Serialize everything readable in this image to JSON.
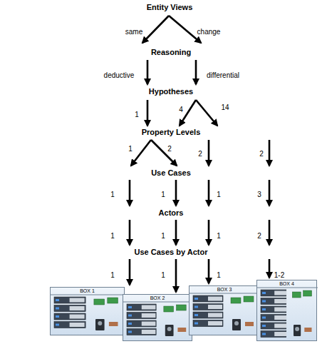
{
  "diagram": {
    "nodes": [
      {
        "text": [
          "BOX 1"
        ]
      },
      {
        "text": [
          "BOX 2"
        ]
      },
      {
        "text": [
          "BOX 3"
        ]
      },
      {
        "text": [
          "BOX 4"
        ]
      }
    ],
    "labels": [
      "Entity Views",
      "same",
      "change",
      "Reasoning",
      "deductive",
      "differential",
      "Hypotheses",
      "1",
      "4",
      "14",
      "Property Levels",
      "1",
      "2",
      "2",
      "2",
      "Use Cases",
      "1",
      "1",
      "1",
      "3",
      "Actors",
      "1",
      "1",
      "1",
      "2",
      "Use Cases by Actor",
      "1",
      "1",
      "1",
      "1-2"
    ]
  }
}
